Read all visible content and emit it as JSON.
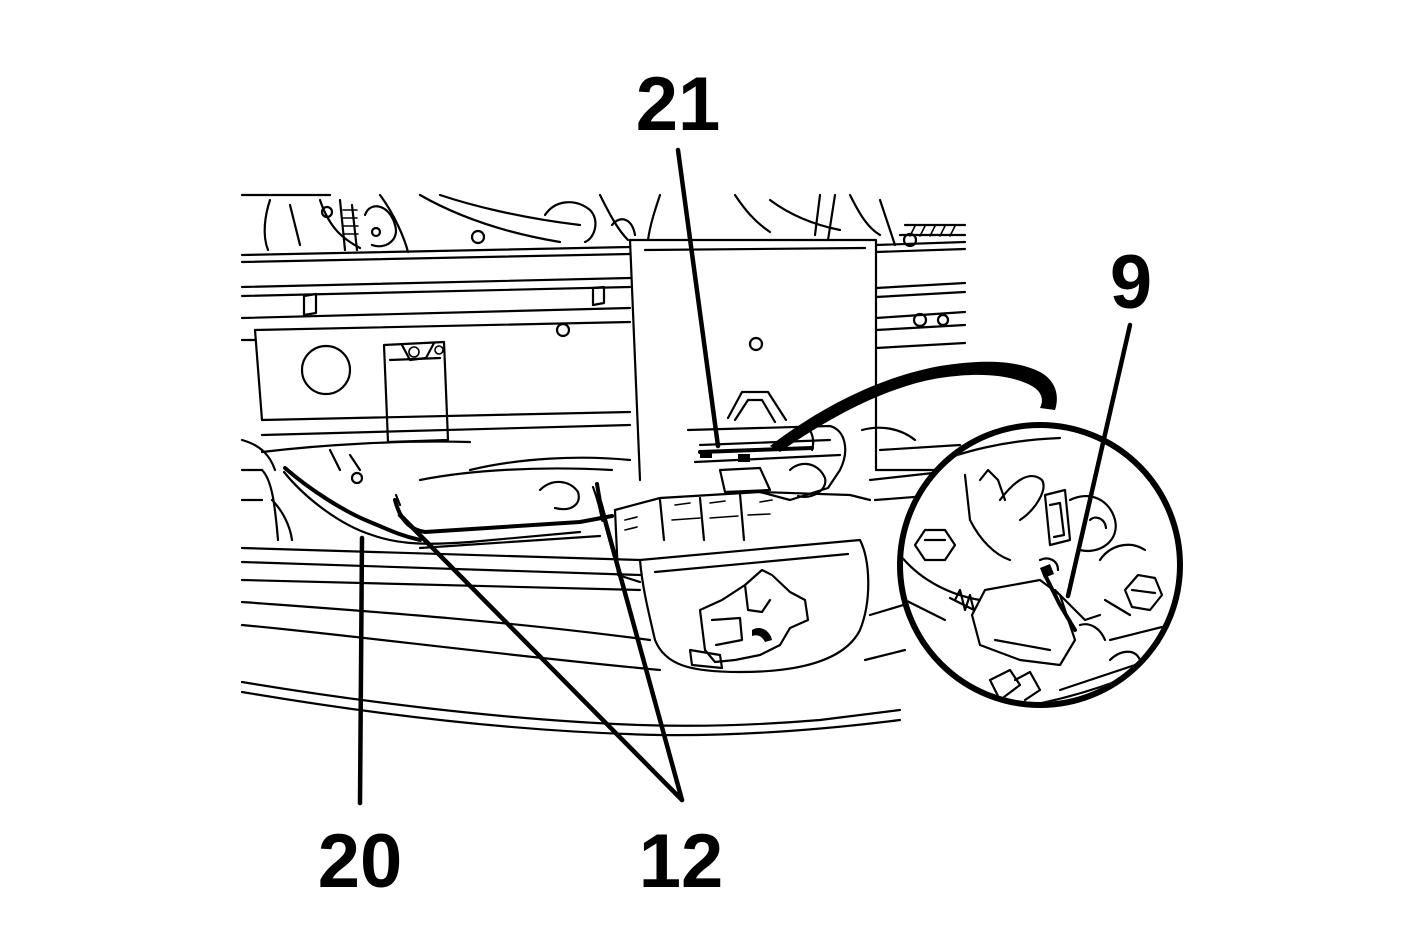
{
  "callouts": {
    "label_21": "21",
    "label_9": "9",
    "label_20": "20",
    "label_12": "12"
  },
  "colors": {
    "line": "#000000",
    "background": "#ffffff"
  }
}
